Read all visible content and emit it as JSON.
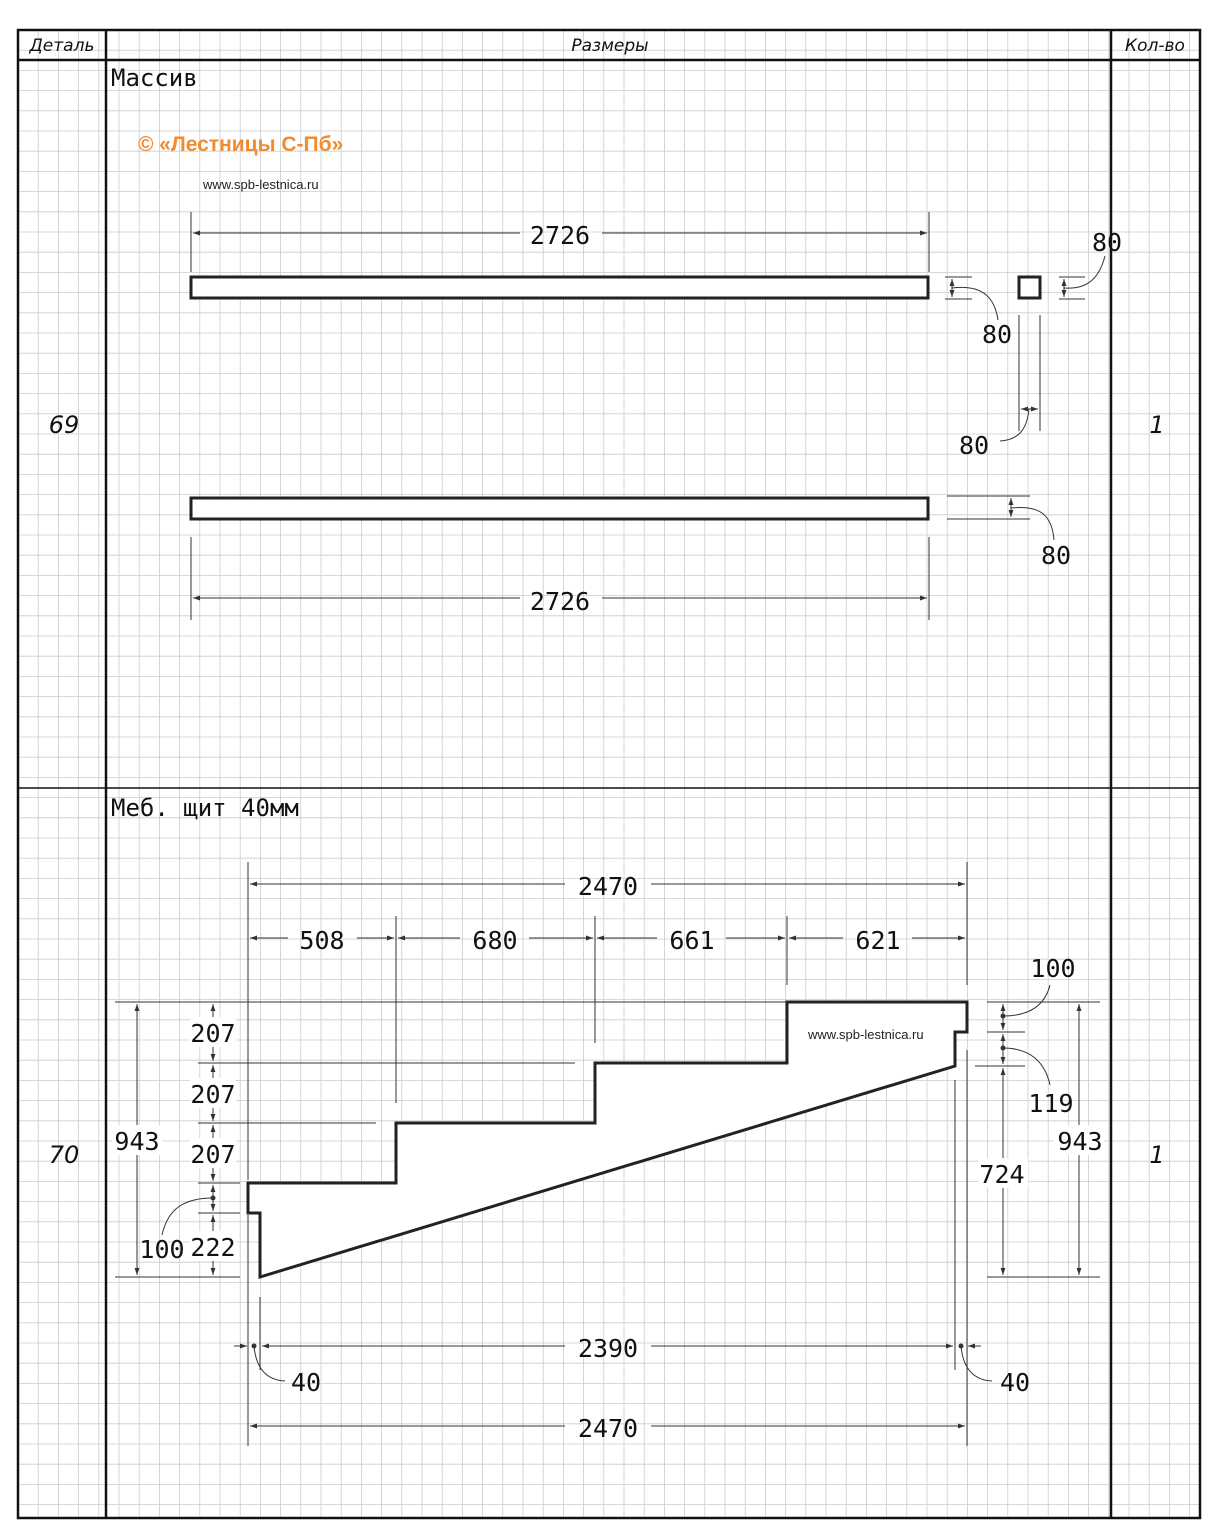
{
  "table": {
    "header": {
      "detail": "Деталь",
      "dimensions": "Размеры",
      "quantity": "Кол-во"
    },
    "rows": [
      {
        "number": "69",
        "material": "Массив",
        "quantity": "1"
      },
      {
        "number": "70",
        "material": "Меб. щит 40мм",
        "quantity": "1"
      }
    ]
  },
  "watermark": {
    "text": "© «Лестницы С-Пб»",
    "url": "www.spb-lestnica.ru",
    "color": "#f28a2e"
  },
  "part69": {
    "length_top": "2726",
    "length_bottom": "2726",
    "height_top": "80",
    "section_height": "80",
    "section_width": "80",
    "height_bottom": "80",
    "section_top_label": "80"
  },
  "part70": {
    "overall_top": "2470",
    "segments": [
      "508",
      "680",
      "661",
      "621"
    ],
    "left_rises": [
      "207",
      "207",
      "207",
      "222"
    ],
    "left_total": "943",
    "left_notch": "100",
    "right_notch": "100",
    "right_step": "119",
    "right_lower": "724",
    "right_total": "943",
    "bottom_inner": "2390",
    "bottom_left_offset": "40",
    "bottom_right_offset": "40",
    "bottom_total": "2470",
    "url": "www.spb-lestnica.ru"
  },
  "grid_color": "#c9ccd3",
  "line_color": "#222222"
}
